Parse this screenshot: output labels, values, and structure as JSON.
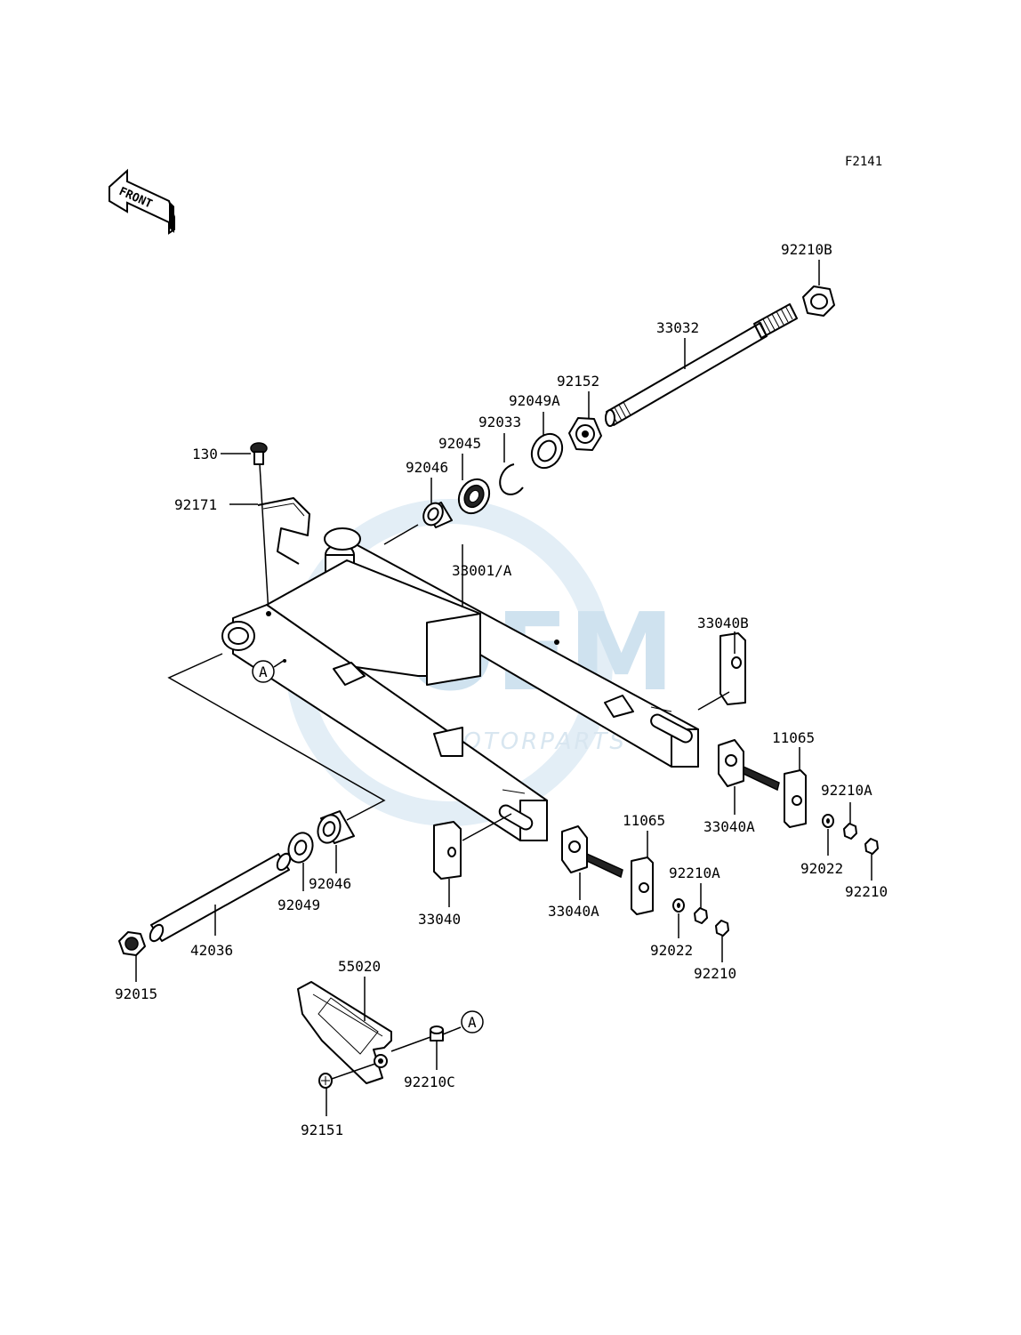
{
  "diagram_code": "F2141",
  "front_label": "FRONT",
  "callout_letter": "A",
  "watermark": {
    "logo": "OEM",
    "tagline": "MOTORPARTS"
  },
  "labels": {
    "p92210B": "92210B",
    "p33032": "33032",
    "p92152": "92152",
    "p92049A": "92049A",
    "p92033": "92033",
    "p92045": "92045",
    "p92046_top": "92046",
    "p130": "130",
    "p92171": "92171",
    "p33001A": "33001/A",
    "p33040B": "33040B",
    "p11065_right": "11065",
    "p33040A_right": "33040A",
    "p92210A_right": "92210A",
    "p92022_right": "92022",
    "p92210_right": "92210",
    "p11065_mid": "11065",
    "p92210A_mid": "92210A",
    "p33040A_mid": "33040A",
    "p92022_mid": "92022",
    "p92210_mid": "92210",
    "p33040": "33040",
    "p92046_bottom": "92046",
    "p92049": "92049",
    "p42036": "42036",
    "p92015": "92015",
    "p55020": "55020",
    "p92210C": "92210C",
    "p92151": "92151"
  }
}
